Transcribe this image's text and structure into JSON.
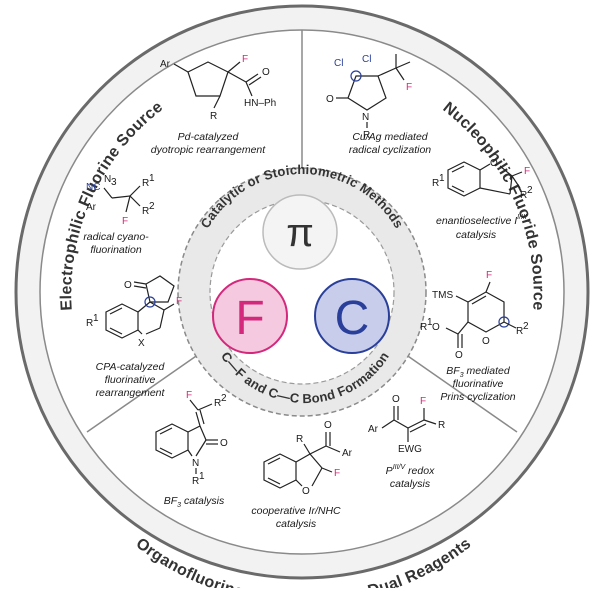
{
  "sectors": {
    "left": "Electrophilic Fluorine Source",
    "right": "Nucleophilic Fluoride Source",
    "bottom": "Organofluorine Compounds as Dual Reagents"
  },
  "core": {
    "top": "Catalytic or Stoichiometric Methods",
    "bottom": "C—F and C—C Bond Formation",
    "symbols": {
      "pi": "π",
      "f": "F",
      "c": "C"
    }
  },
  "reactions": [
    {
      "id": "pd",
      "caption": [
        "Pd-catalyzed",
        "dyotropic rearrangement"
      ]
    },
    {
      "id": "cuag",
      "caption": [
        "Cu/Ag mediated",
        "radical cyclization"
      ]
    },
    {
      "id": "cyano",
      "caption": [
        "radical cyano-",
        "fluorination"
      ]
    },
    {
      "id": "iodine",
      "caption": [
        "enantioselective I",
        "catalysis"
      ],
      "superscript": "I/III"
    },
    {
      "id": "cpa",
      "caption": [
        "CPA-catalyzed",
        "fluorinative",
        "rearrangement"
      ]
    },
    {
      "id": "bf3prins",
      "caption": [
        "BF",
        " mediated",
        "fluorinative",
        "Prins cyclization"
      ],
      "subscript": "3"
    },
    {
      "id": "bf3",
      "caption": [
        "BF",
        " catalysis"
      ],
      "subscript": "3"
    },
    {
      "id": "irnhc",
      "caption": [
        "cooperative Ir/NHC",
        "catalysis"
      ]
    },
    {
      "id": "predox",
      "caption": [
        "P",
        " redox",
        "catalysis"
      ],
      "superscript": "III/V"
    }
  ],
  "atoms": {
    "ar": "Ar",
    "f": "F",
    "r": "R",
    "o": "O",
    "hn_ph": "HN–Ph",
    "cl": "Cl",
    "n": "N",
    "nc": "NC",
    "n3": "N",
    "sub3": "3",
    "r1": "R",
    "sup1": "1",
    "r2": "R",
    "sup2": "2",
    "x": "X",
    "tms": "TMS",
    "ewg": "EWG"
  },
  "colors": {
    "ring_fill": "#ececec",
    "pink": "#d4287c",
    "pink_fill": "#f5c9df",
    "blue": "#2a3f9a",
    "blue_fill": "#c7cdea",
    "pi_fill": "#f4f4f4"
  }
}
